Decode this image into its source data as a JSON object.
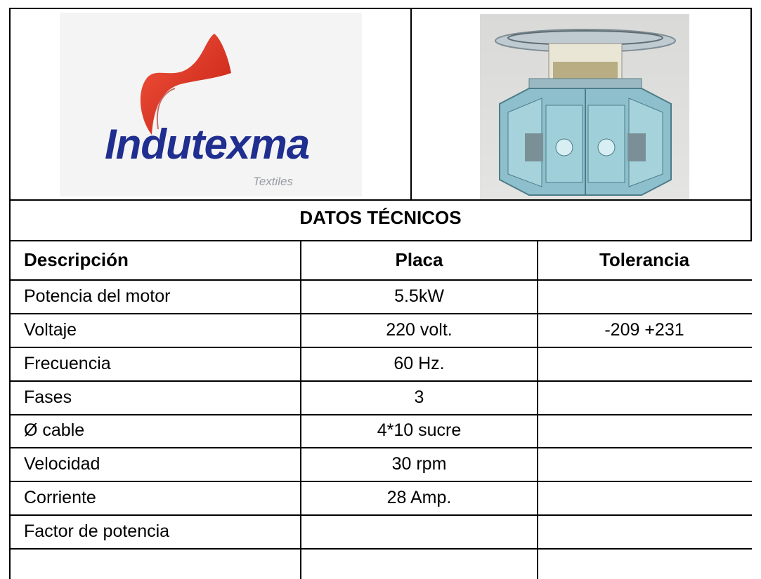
{
  "logo": {
    "brand": "Indutexma",
    "tagline": "Textiles",
    "colors": {
      "wordmark": "#1f2e8f",
      "swoosh": "#e0301e"
    }
  },
  "machine_image": {
    "alt": "circular-knitting-machine"
  },
  "section_title": "DATOS TÉCNICOS",
  "table": {
    "headers": [
      "Descripción",
      "Placa",
      "Tolerancia"
    ],
    "rows": [
      [
        "Potencia del motor",
        "5.5kW",
        ""
      ],
      [
        "Voltaje",
        "220 volt.",
        "-209 +231"
      ],
      [
        "Frecuencia",
        "60 Hz.",
        ""
      ],
      [
        "Fases",
        "3",
        ""
      ],
      [
        "Ø cable",
        "4*10 sucre",
        ""
      ],
      [
        "Velocidad",
        "30 rpm",
        ""
      ],
      [
        "Corriente",
        "28 Amp.",
        ""
      ],
      [
        "Factor de potencia",
        "",
        ""
      ]
    ]
  }
}
